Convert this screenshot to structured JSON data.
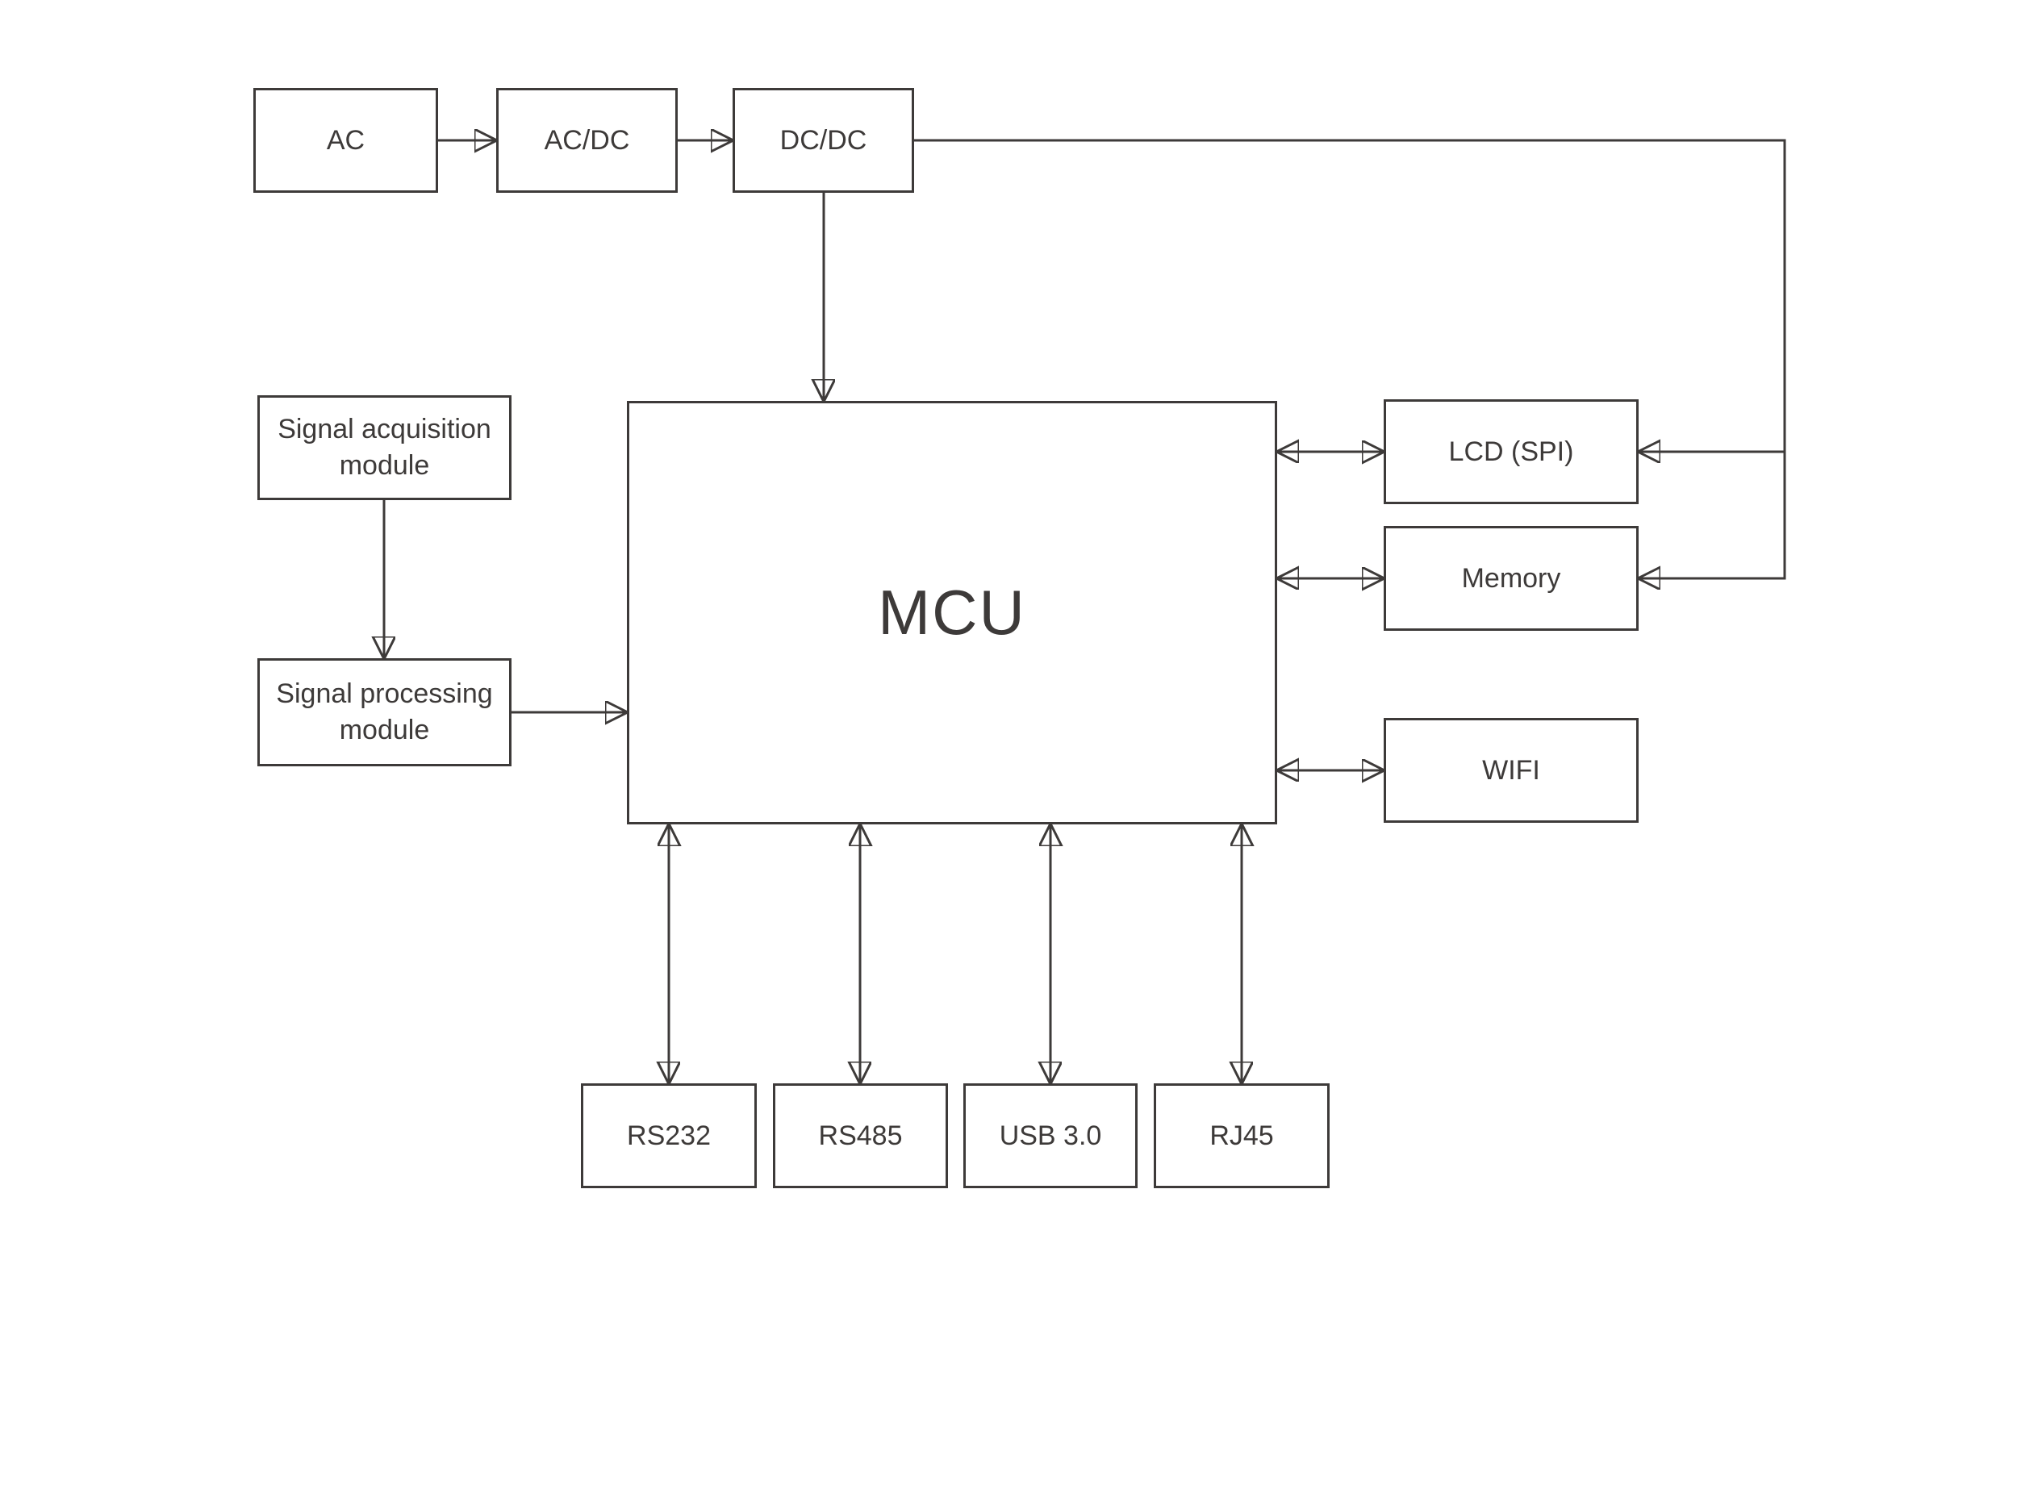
{
  "diagram": {
    "colors": {
      "stroke": "#3d3a39",
      "text": "#3d3a39",
      "background": "#ffffff"
    },
    "nodes": [
      {
        "id": "ac",
        "label": "AC"
      },
      {
        "id": "acdc",
        "label": "AC/DC"
      },
      {
        "id": "dcdc",
        "label": "DC/DC"
      },
      {
        "id": "sig_acq",
        "label": "Signal acquisition module"
      },
      {
        "id": "sig_proc",
        "label": "Signal processing module"
      },
      {
        "id": "mcu",
        "label": "MCU"
      },
      {
        "id": "lcd",
        "label": "LCD (SPI)"
      },
      {
        "id": "memory",
        "label": "Memory"
      },
      {
        "id": "wifi",
        "label": "WIFI"
      },
      {
        "id": "rs232",
        "label": "RS232"
      },
      {
        "id": "rs485",
        "label": "RS485"
      },
      {
        "id": "usb",
        "label": "USB 3.0"
      },
      {
        "id": "rj45",
        "label": "RJ45"
      }
    ],
    "edges": [
      {
        "from": "ac",
        "to": "acdc",
        "type": "arrow"
      },
      {
        "from": "acdc",
        "to": "dcdc",
        "type": "arrow"
      },
      {
        "from": "dcdc",
        "to": "mcu",
        "type": "arrow"
      },
      {
        "from": "dcdc",
        "to": "lcd",
        "type": "arrow"
      },
      {
        "from": "dcdc",
        "to": "memory",
        "type": "arrow"
      },
      {
        "from": "sig_acq",
        "to": "sig_proc",
        "type": "arrow"
      },
      {
        "from": "sig_proc",
        "to": "mcu",
        "type": "arrow"
      },
      {
        "from": "mcu",
        "to": "lcd",
        "type": "bidirectional"
      },
      {
        "from": "mcu",
        "to": "memory",
        "type": "bidirectional"
      },
      {
        "from": "mcu",
        "to": "wifi",
        "type": "bidirectional"
      },
      {
        "from": "mcu",
        "to": "rs232",
        "type": "bidirectional"
      },
      {
        "from": "mcu",
        "to": "rs485",
        "type": "bidirectional"
      },
      {
        "from": "mcu",
        "to": "usb",
        "type": "bidirectional"
      },
      {
        "from": "mcu",
        "to": "rj45",
        "type": "bidirectional"
      }
    ]
  }
}
